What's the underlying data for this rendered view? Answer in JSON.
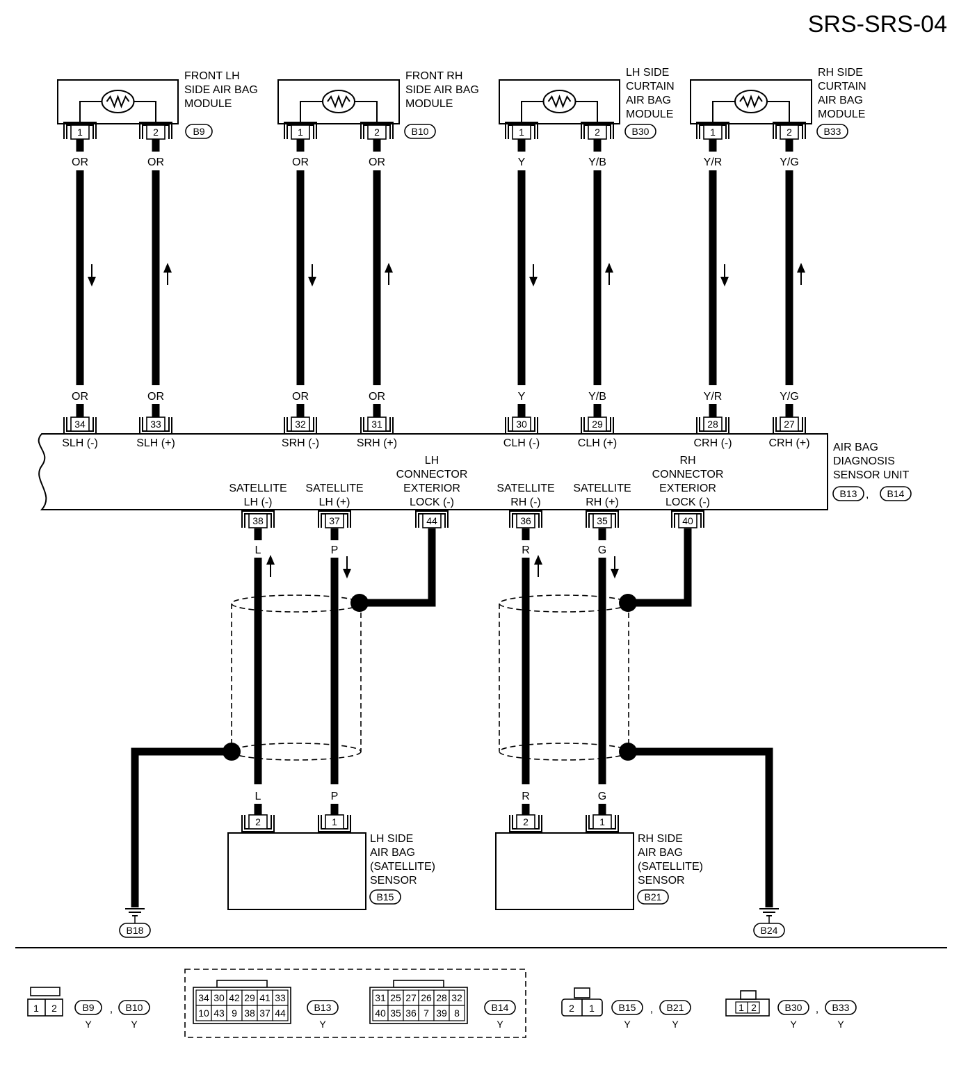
{
  "page_code": "SRS-SRS-04",
  "modules": [
    {
      "name_lines": [
        "FRONT LH",
        "SIDE AIR BAG",
        "MODULE"
      ],
      "connector": "B9",
      "pins": [
        {
          "pin": "1",
          "wire": "OR",
          "unit_pin": "34",
          "unit_label": "SLH (-)",
          "dir": "down"
        },
        {
          "pin": "2",
          "wire": "OR",
          "unit_pin": "33",
          "unit_label": "SLH (+)",
          "dir": "up"
        }
      ]
    },
    {
      "name_lines": [
        "FRONT RH",
        "SIDE AIR BAG",
        "MODULE"
      ],
      "connector": "B10",
      "pins": [
        {
          "pin": "1",
          "wire": "OR",
          "unit_pin": "32",
          "unit_label": "SRH (-)",
          "dir": "down"
        },
        {
          "pin": "2",
          "wire": "OR",
          "unit_pin": "31",
          "unit_label": "SRH (+)",
          "dir": "up"
        }
      ]
    },
    {
      "name_lines": [
        "LH SIDE",
        "CURTAIN",
        "AIR BAG",
        "MODULE"
      ],
      "connector": "B30",
      "pins": [
        {
          "pin": "1",
          "wire": "Y",
          "unit_pin": "30",
          "unit_label": "CLH (-)",
          "dir": "down"
        },
        {
          "pin": "2",
          "wire": "Y/B",
          "unit_pin": "29",
          "unit_label": "CLH (+)",
          "dir": "up"
        }
      ]
    },
    {
      "name_lines": [
        "RH SIDE",
        "CURTAIN",
        "AIR BAG",
        "MODULE"
      ],
      "connector": "B33",
      "pins": [
        {
          "pin": "1",
          "wire": "Y/R",
          "unit_pin": "28",
          "unit_label": "CRH (-)",
          "dir": "down"
        },
        {
          "pin": "2",
          "wire": "Y/G",
          "unit_pin": "27",
          "unit_label": "CRH (+)",
          "dir": "up"
        }
      ]
    }
  ],
  "unit": {
    "name_lines": [
      "AIR BAG",
      "DIAGNOSIS",
      "SENSOR UNIT"
    ],
    "connectors": [
      "B13",
      "B14"
    ],
    "separator": ",",
    "bottom_pins": [
      {
        "pin": "38",
        "label_lines": [
          "SATELLITE",
          "LH (-)"
        ],
        "wire": "L",
        "dir": "up"
      },
      {
        "pin": "37",
        "label_lines": [
          "SATELLITE",
          "LH (+)"
        ],
        "wire": "P",
        "dir": "down"
      },
      {
        "pin": "44",
        "label_lines": [
          "LH",
          "CONNECTOR",
          "EXTERIOR",
          "LOCK (-)"
        ]
      },
      {
        "pin": "36",
        "label_lines": [
          "SATELLITE",
          "RH (-)"
        ],
        "wire": "R",
        "dir": "up"
      },
      {
        "pin": "35",
        "label_lines": [
          "SATELLITE",
          "RH (+)"
        ],
        "wire": "G",
        "dir": "down"
      },
      {
        "pin": "40",
        "label_lines": [
          "RH",
          "CONNECTOR",
          "EXTERIOR",
          "LOCK (-)"
        ]
      }
    ]
  },
  "sensors": [
    {
      "name_lines": [
        "LH SIDE",
        "AIR BAG",
        "(SATELLITE)",
        "SENSOR"
      ],
      "connector": "B15",
      "pins": [
        {
          "pin": "2",
          "wire": "L"
        },
        {
          "pin": "1",
          "wire": "P"
        }
      ]
    },
    {
      "name_lines": [
        "RH SIDE",
        "AIR BAG",
        "(SATELLITE)",
        "SENSOR"
      ],
      "connector": "B21",
      "pins": [
        {
          "pin": "2",
          "wire": "R"
        },
        {
          "pin": "1",
          "wire": "G"
        }
      ]
    }
  ],
  "grounds": [
    "B18",
    "B24"
  ],
  "legend": [
    {
      "connectors": [
        "B9",
        "B10"
      ],
      "colors": [
        "Y",
        "Y"
      ],
      "pins": [
        "1",
        "2"
      ]
    },
    {
      "connector": "B13",
      "color": "Y",
      "rows": [
        [
          "34",
          "30",
          "42",
          "29",
          "41",
          "33"
        ],
        [
          "10",
          "43",
          "9",
          "38",
          "37",
          "44"
        ]
      ]
    },
    {
      "connector": "B14",
      "color": "Y",
      "rows": [
        [
          "31",
          "25",
          "27",
          "26",
          "28",
          "32"
        ],
        [
          "40",
          "35",
          "36",
          "7",
          "39",
          "8"
        ]
      ]
    },
    {
      "connectors": [
        "B15",
        "B21"
      ],
      "colors": [
        "Y",
        "Y"
      ],
      "pins": [
        "2",
        "1"
      ]
    },
    {
      "connectors": [
        "B30",
        "B33"
      ],
      "colors": [
        "Y",
        "Y"
      ],
      "pins": [
        "1",
        "2"
      ]
    }
  ]
}
